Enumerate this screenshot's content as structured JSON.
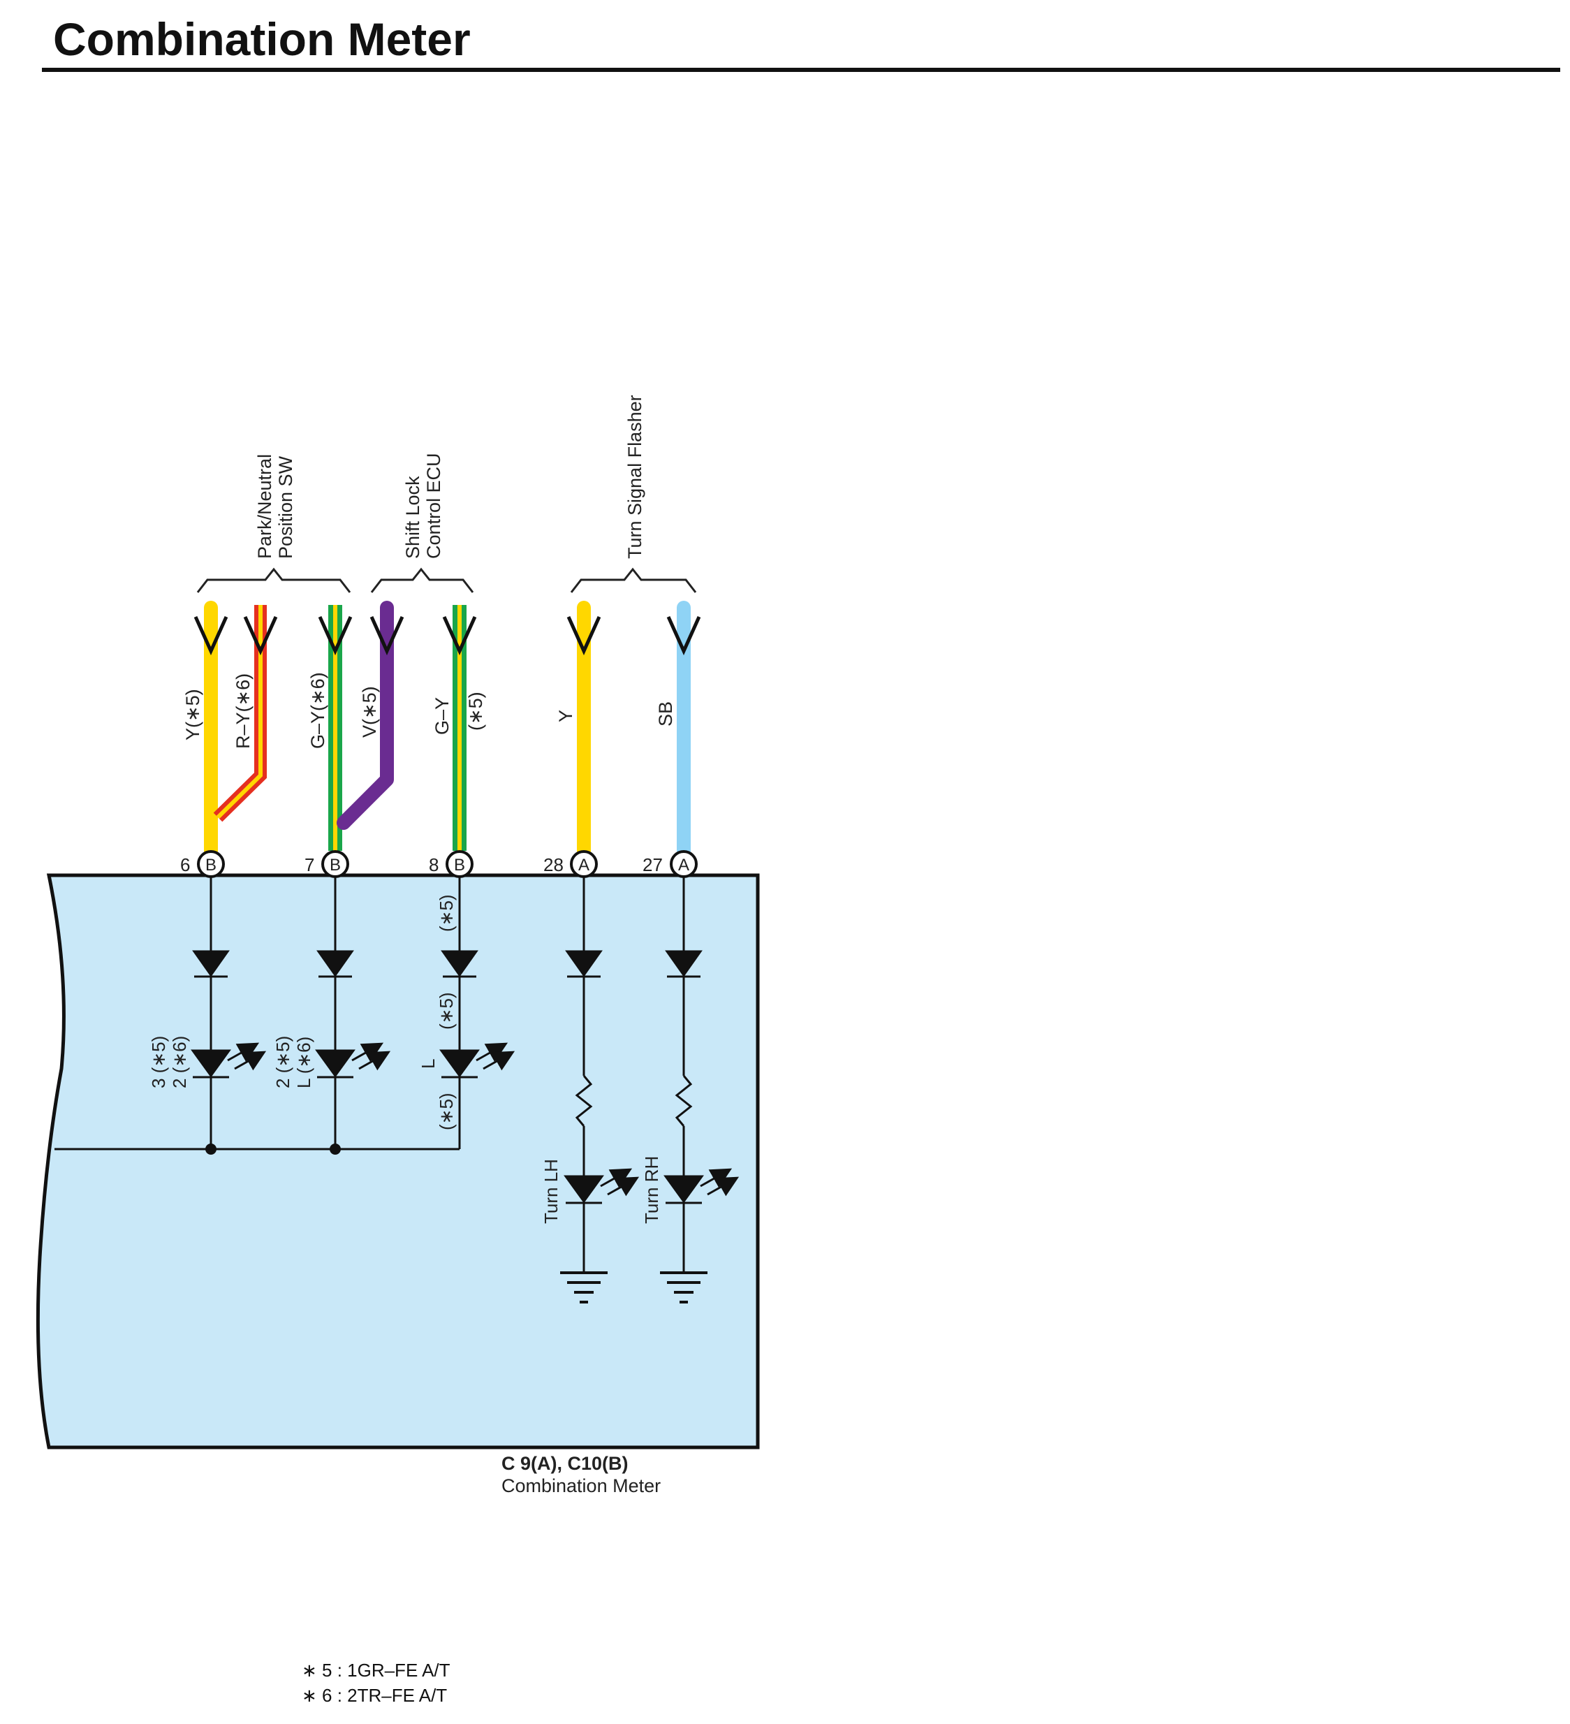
{
  "title": "Combination Meter",
  "component": {
    "id": "C 9(A), C10(B)",
    "name": "Combination Meter"
  },
  "groups": [
    {
      "label_line1": "Park/Neutral",
      "label_line2": "Position SW"
    },
    {
      "label_line1": "Shift Lock",
      "label_line2": "Control ECU"
    },
    {
      "label_line1": "Turn Signal Flasher"
    }
  ],
  "wires": [
    {
      "label": "Y(∗5)",
      "color": "#FFD700",
      "stripe": "",
      "pin": "6",
      "connector": "B"
    },
    {
      "label": "R–Y(∗6)",
      "color": "#E53020",
      "stripe": "#FFD700"
    },
    {
      "label": "G–Y(∗6)",
      "color": "#1AA64A",
      "stripe": "#FFD700",
      "pin": "7",
      "connector": "B"
    },
    {
      "label": "V(∗5)",
      "color": "#6A2C91",
      "stripe": ""
    },
    {
      "label": "G–Y",
      "label2": "(∗5)",
      "color": "#1AA64A",
      "stripe": "#FFD700",
      "pin": "8",
      "connector": "B"
    },
    {
      "label": "Y",
      "color": "#FFD700",
      "stripe": "",
      "pin": "28",
      "connector": "A"
    },
    {
      "label": "SB",
      "color": "#8FD3F5",
      "stripe": "",
      "pin": "27",
      "connector": "A"
    }
  ],
  "indicators": {
    "col1": [
      "3 (∗5)",
      "2 (∗6)"
    ],
    "col2": [
      "2 (∗5)",
      "L (∗6)"
    ],
    "col3_lamp": "L",
    "col3_notes": [
      "(∗5)",
      "(∗5)",
      "(∗5)"
    ],
    "turn_lh": "Turn LH",
    "turn_rh": "Turn RH"
  },
  "footnotes": [
    "∗ 5 : 1GR–FE A/T",
    "∗ 6 : 2TR–FE A/T"
  ],
  "colors": {
    "meter_fill": "#C9E8F8",
    "yellow": "#FFD700",
    "red": "#E53020",
    "green": "#1AA64A",
    "violet": "#6A2C91",
    "sky_blue": "#8FD3F5"
  }
}
